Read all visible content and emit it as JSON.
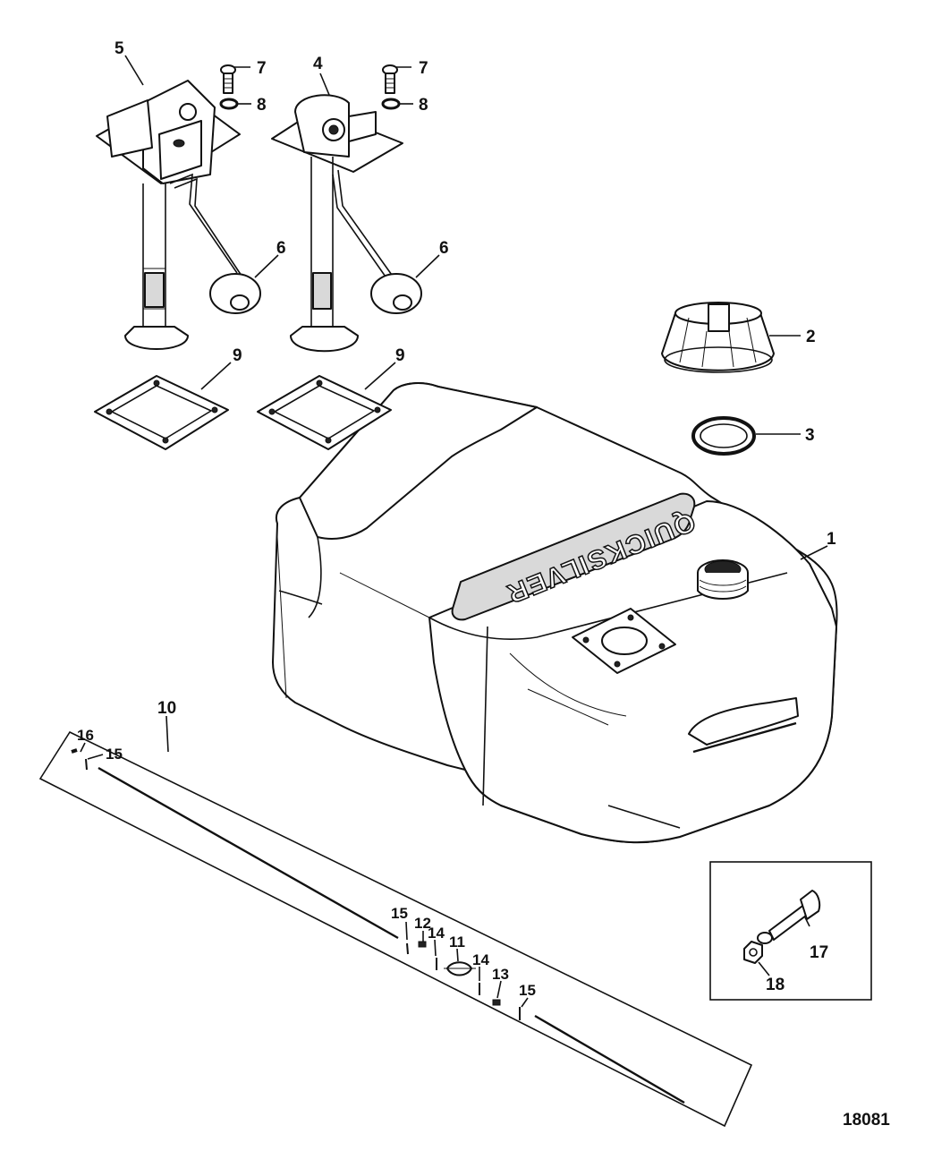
{
  "figure_number": "18081",
  "brand_text": "QUICKSILVER",
  "callouts": [
    {
      "id": "1",
      "text": "1"
    },
    {
      "id": "2",
      "text": "2"
    },
    {
      "id": "3",
      "text": "3"
    },
    {
      "id": "4",
      "text": "4"
    },
    {
      "id": "5",
      "text": "5"
    },
    {
      "id": "6a",
      "text": "6"
    },
    {
      "id": "6b",
      "text": "6"
    },
    {
      "id": "7a",
      "text": "7"
    },
    {
      "id": "7b",
      "text": "7"
    },
    {
      "id": "8a",
      "text": "8"
    },
    {
      "id": "8b",
      "text": "8"
    },
    {
      "id": "9a",
      "text": "9"
    },
    {
      "id": "9b",
      "text": "9"
    },
    {
      "id": "10",
      "text": "10"
    },
    {
      "id": "11",
      "text": "11"
    },
    {
      "id": "12",
      "text": "12"
    },
    {
      "id": "13",
      "text": "13"
    },
    {
      "id": "14a",
      "text": "14"
    },
    {
      "id": "14b",
      "text": "14"
    },
    {
      "id": "15a",
      "text": "15"
    },
    {
      "id": "15b",
      "text": "15"
    },
    {
      "id": "15c",
      "text": "15"
    },
    {
      "id": "16",
      "text": "16"
    },
    {
      "id": "17",
      "text": "17"
    },
    {
      "id": "18",
      "text": "18"
    }
  ]
}
